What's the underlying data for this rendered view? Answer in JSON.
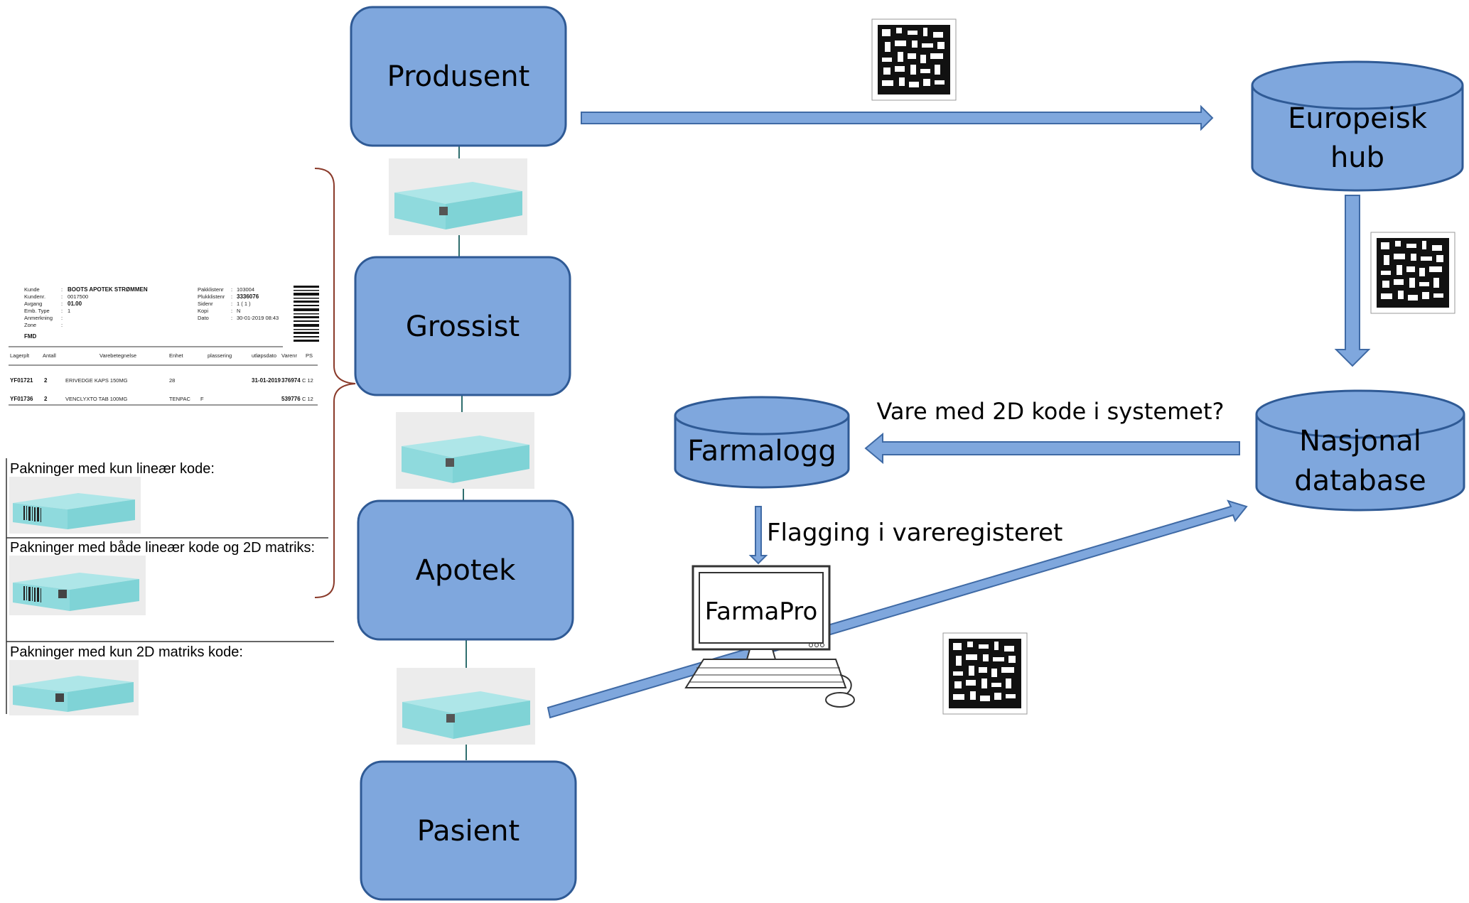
{
  "nodes": {
    "produsent": "Produsent",
    "grossist": "Grossist",
    "apotek": "Apotek",
    "pasient": "Pasient",
    "europeisk_hub_line1": "Europeisk",
    "europeisk_hub_line2": "hub",
    "nasjonal_line1": "Nasjonal",
    "nasjonal_line2": "database",
    "farmalogg": "Farmalogg",
    "farmapro": "FarmaPro"
  },
  "edge_labels": {
    "vare_query": "Vare med 2D kode i systemet?",
    "flagging": "Flagging i vareregisteret"
  },
  "legend": {
    "linear_only": "Pakninger med kun lineær kode:",
    "both": "Pakninger med både lineær kode og 2D matriks:",
    "matrix_only": "Pakninger med kun 2D matriks kode:"
  },
  "packing_slip": {
    "left_labels": [
      "Kunde",
      "Kundenr.",
      "Avgang",
      "Emb. Type",
      "Anmerkning",
      "Zone"
    ],
    "left_values": [
      "BOOTS APOTEK STRØMMEN",
      "0017500",
      "01.00",
      "1",
      "",
      ""
    ],
    "zone_value": "FMD",
    "right_labels": [
      "Pakklistenr",
      "Plukklistenr",
      "Sidenr",
      "Kopi",
      "Dato"
    ],
    "right_values": [
      "103004",
      "3336076",
      "1  ( 1 )",
      "N",
      "30-01-2019 08:43"
    ],
    "headers": [
      "Lagerplt",
      "Antall",
      "Varebetegnelse",
      "Enhet",
      "plassering",
      "utløpsdato",
      "Varenr",
      "PS"
    ],
    "rows": [
      [
        "YF01721",
        "2",
        "ERIVEDGE KAPS 150MG",
        "28",
        "",
        "31-01-2019",
        "376974",
        "C 12"
      ],
      [
        "YF01736",
        "2",
        "VENCLYXTO TAB 100MG",
        "TENPAC",
        "F",
        "",
        "539776",
        "C 12"
      ]
    ]
  },
  "colors": {
    "box_fill": "#7fa7dd",
    "box_stroke": "#2f5a95",
    "package_color": "#7fd3d6"
  }
}
